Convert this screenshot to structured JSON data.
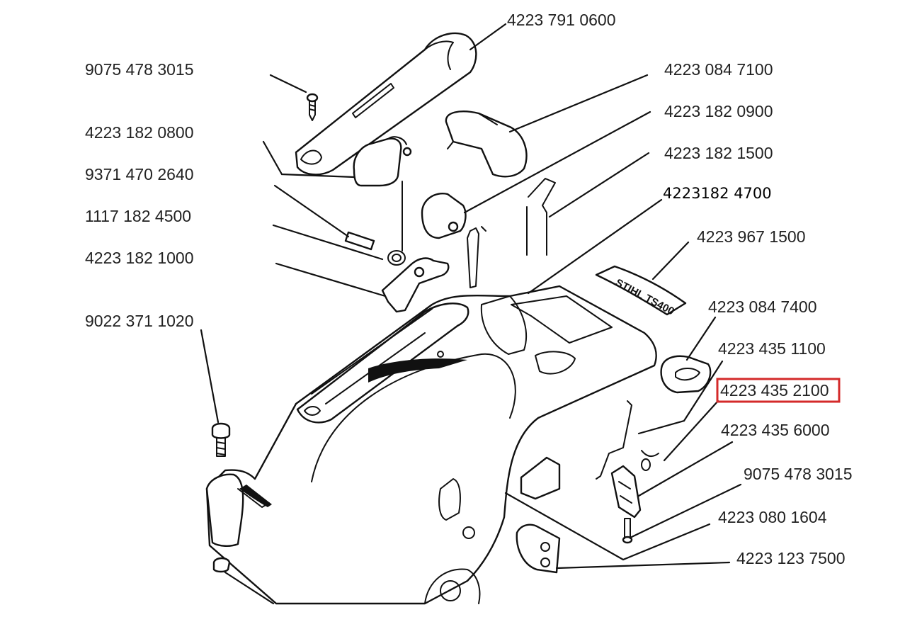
{
  "labels": {
    "p1": "4223 791 0600",
    "p2": "9075 478 3015",
    "p3": "4223 084 7100",
    "p4": "4223 182 0900",
    "p5": "4223 182 0800",
    "p6": "4223 182 1500",
    "p7": "9371 470 2640",
    "p8": "4223182 4700",
    "p9": "1117 182 4500",
    "p10": "4223 967 1500",
    "p11": "4223 182 1000",
    "p12": "4223 084 7400",
    "p13": "9022 371 1020",
    "p14": "4223 435 1100",
    "p15": "4223 435 2100",
    "p16": "4223 435 6000",
    "p17": "9075 478 3015",
    "p18": "4223 080 1604",
    "p19": "4223 123 7500"
  },
  "decal_text": "STIHL TS400",
  "highlight": {
    "part": "4223 435 2100",
    "color": "#d42a2a"
  },
  "icons": [
    "screw-icon",
    "bolt-icon",
    "spring-icon",
    "pin-icon"
  ]
}
